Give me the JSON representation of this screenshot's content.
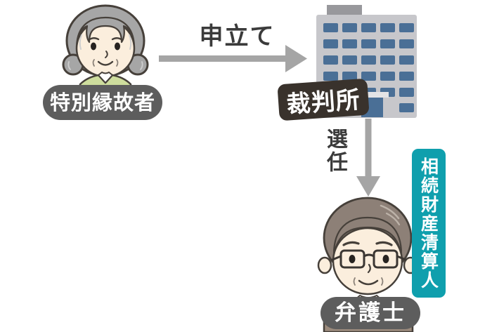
{
  "diagram": {
    "petitioner": {
      "label": "特別縁故者",
      "figure": "elderly-woman"
    },
    "petition_arrow": {
      "label": "申立て",
      "direction": "right"
    },
    "court": {
      "label": "裁判所",
      "figure": "office-building"
    },
    "appointment_arrow": {
      "label": "選任",
      "direction": "down"
    },
    "administrator_badge": {
      "label": "相続財産清算人"
    },
    "lawyer": {
      "label": "弁護士",
      "figure": "man-with-glasses-suit"
    }
  },
  "colors": {
    "background": "#ffffff",
    "badge-gray": "#5d5d5d",
    "badge-teal": "#0f9fad",
    "label-dark": "#39322c",
    "arrow-gray": "#a5a5a5",
    "text-dark": "#3b3b3b",
    "building-wall": "#c7c7cb",
    "building-roof": "#98989c",
    "building-window": "#4a6f96",
    "awning": "#e4e4e6",
    "skin": "#fbeedd",
    "outline": "#46403a",
    "woman-hair": "#a6a6a6",
    "woman-top": "#cedd9d",
    "lawyer-hair": "#8d8077",
    "lawyer-suit": "#9c8b7d",
    "tie-pink": "#c792bd"
  }
}
